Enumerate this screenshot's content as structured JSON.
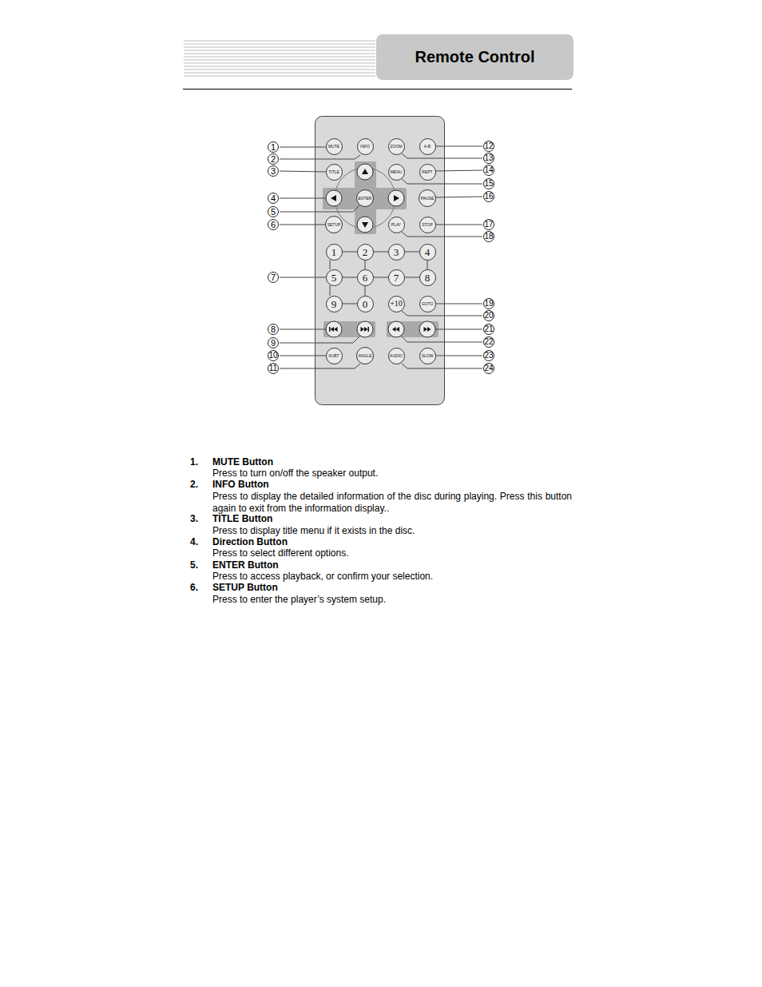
{
  "diagram": {
    "title": "Remote Control",
    "nodes": [
      {
        "text": [
          "MUTE"
        ]
      },
      {
        "text": [
          "INFO"
        ]
      },
      {
        "text": [
          "ZOOM"
        ]
      },
      {
        "text": [
          "A-B"
        ]
      },
      {
        "text": [
          "TITLE"
        ]
      },
      {
        "text": [
          "MENU"
        ]
      },
      {
        "text": [
          "REPT"
        ]
      },
      {
        "text": [
          "ENTER"
        ]
      },
      {
        "text": [
          "PAUSE"
        ]
      },
      {
        "text": [
          "SETUP"
        ]
      },
      {
        "text": [
          "PLAY"
        ]
      },
      {
        "text": [
          "STOP"
        ]
      },
      {
        "text": [
          "1"
        ]
      },
      {
        "text": [
          "2"
        ]
      },
      {
        "text": [
          "3"
        ]
      },
      {
        "text": [
          "4"
        ]
      },
      {
        "text": [
          "5"
        ]
      },
      {
        "text": [
          "6"
        ]
      },
      {
        "text": [
          "7"
        ]
      },
      {
        "text": [
          "8"
        ]
      },
      {
        "text": [
          "9"
        ]
      },
      {
        "text": [
          "0"
        ]
      },
      {
        "text": [
          "+10"
        ]
      },
      {
        "text": [
          "GOTO"
        ]
      },
      {
        "text": [
          "SUBT"
        ]
      },
      {
        "text": [
          "ANGLE"
        ]
      },
      {
        "text": [
          "AUDIO"
        ]
      },
      {
        "text": [
          "SLOW"
        ]
      }
    ],
    "labels": [
      "1",
      "2",
      "3",
      "4",
      "5",
      "6",
      "7",
      "8",
      "9",
      "10",
      "11",
      "12",
      "13",
      "14",
      "15",
      "16",
      "17",
      "18",
      "19",
      "20",
      "21",
      "22",
      "23",
      "24",
      "1.",
      "MUTE Button",
      "Press to turn on/off the speaker output.",
      "2.",
      "INFO Button",
      "Press to display the detailed information of the disc during playing. Press this button again to exit from the information display..",
      "3.",
      "TITLE Button",
      "Press to display title menu if it exists in the disc.",
      "4.",
      "Direction Button",
      "Press to select different options.",
      "5.",
      "ENTER Button",
      "Press to access playback, or confirm your selection.",
      "6.",
      "SETUP Button",
      "Press to enter the player’s system setup."
    ]
  }
}
